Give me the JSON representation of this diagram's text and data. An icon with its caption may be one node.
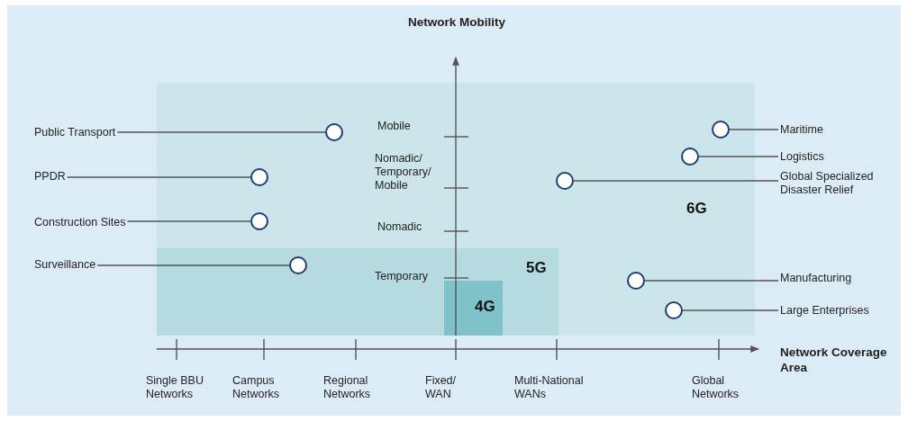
{
  "diagram": {
    "nodes": [
      {
        "text": [
          "6G"
        ]
      },
      {
        "text": [
          "5G"
        ],
        "in": 0
      },
      {
        "text": [
          "4G"
        ],
        "in": 1
      },
      {
        "text": [
          "Public Transport"
        ]
      },
      {
        "text": [],
        "shape": "circle",
        "in": 0
      },
      {
        "text": [
          "PPDR"
        ]
      },
      {
        "text": [],
        "shape": "circle",
        "in": 0
      },
      {
        "text": [
          "Construction Sites"
        ]
      },
      {
        "text": [],
        "shape": "circle",
        "in": 0
      },
      {
        "text": [
          "Surveillance"
        ]
      },
      {
        "text": [],
        "shape": "circle",
        "in": 1
      },
      {
        "text": [
          "Maritime"
        ]
      },
      {
        "text": [],
        "shape": "circle",
        "in": 0
      },
      {
        "text": [
          "Logistics"
        ]
      },
      {
        "text": [],
        "shape": "circle",
        "in": 0
      },
      {
        "text": [
          "Global Specialized Disaster Relief"
        ]
      },
      {
        "text": [],
        "shape": "circle",
        "in": 0
      },
      {
        "text": [
          "Manufacturing"
        ]
      },
      {
        "text": [],
        "shape": "circle",
        "in": 0
      },
      {
        "text": [
          "Large Enterprises"
        ]
      },
      {
        "text": [],
        "shape": "circle",
        "in": 0
      }
    ],
    "edges": [
      {
        "from": 3,
        "to": 4,
        "arrow": "none"
      },
      {
        "from": 5,
        "to": 6,
        "arrow": "none"
      },
      {
        "from": 7,
        "to": 8,
        "arrow": "none"
      },
      {
        "from": 9,
        "to": 10,
        "arrow": "none"
      },
      {
        "from": 11,
        "to": 12,
        "arrow": "none"
      },
      {
        "from": 13,
        "to": 14,
        "arrow": "none"
      },
      {
        "from": 15,
        "to": 16,
        "arrow": "none"
      },
      {
        "from": 17,
        "to": 18,
        "arrow": "none"
      },
      {
        "from": 19,
        "to": 20,
        "arrow": "none"
      }
    ],
    "labels": [
      "Network Mobility",
      "Mobile",
      "Nomadic/ Temporary/ Mobile",
      "Nomadic",
      "Temporary",
      "Network Coverage Area",
      "Single BBU Networks",
      "Campus Networks",
      "Regional Networks",
      "Fixed/ WAN",
      "Multi-National WANs",
      "Global Networks"
    ]
  }
}
